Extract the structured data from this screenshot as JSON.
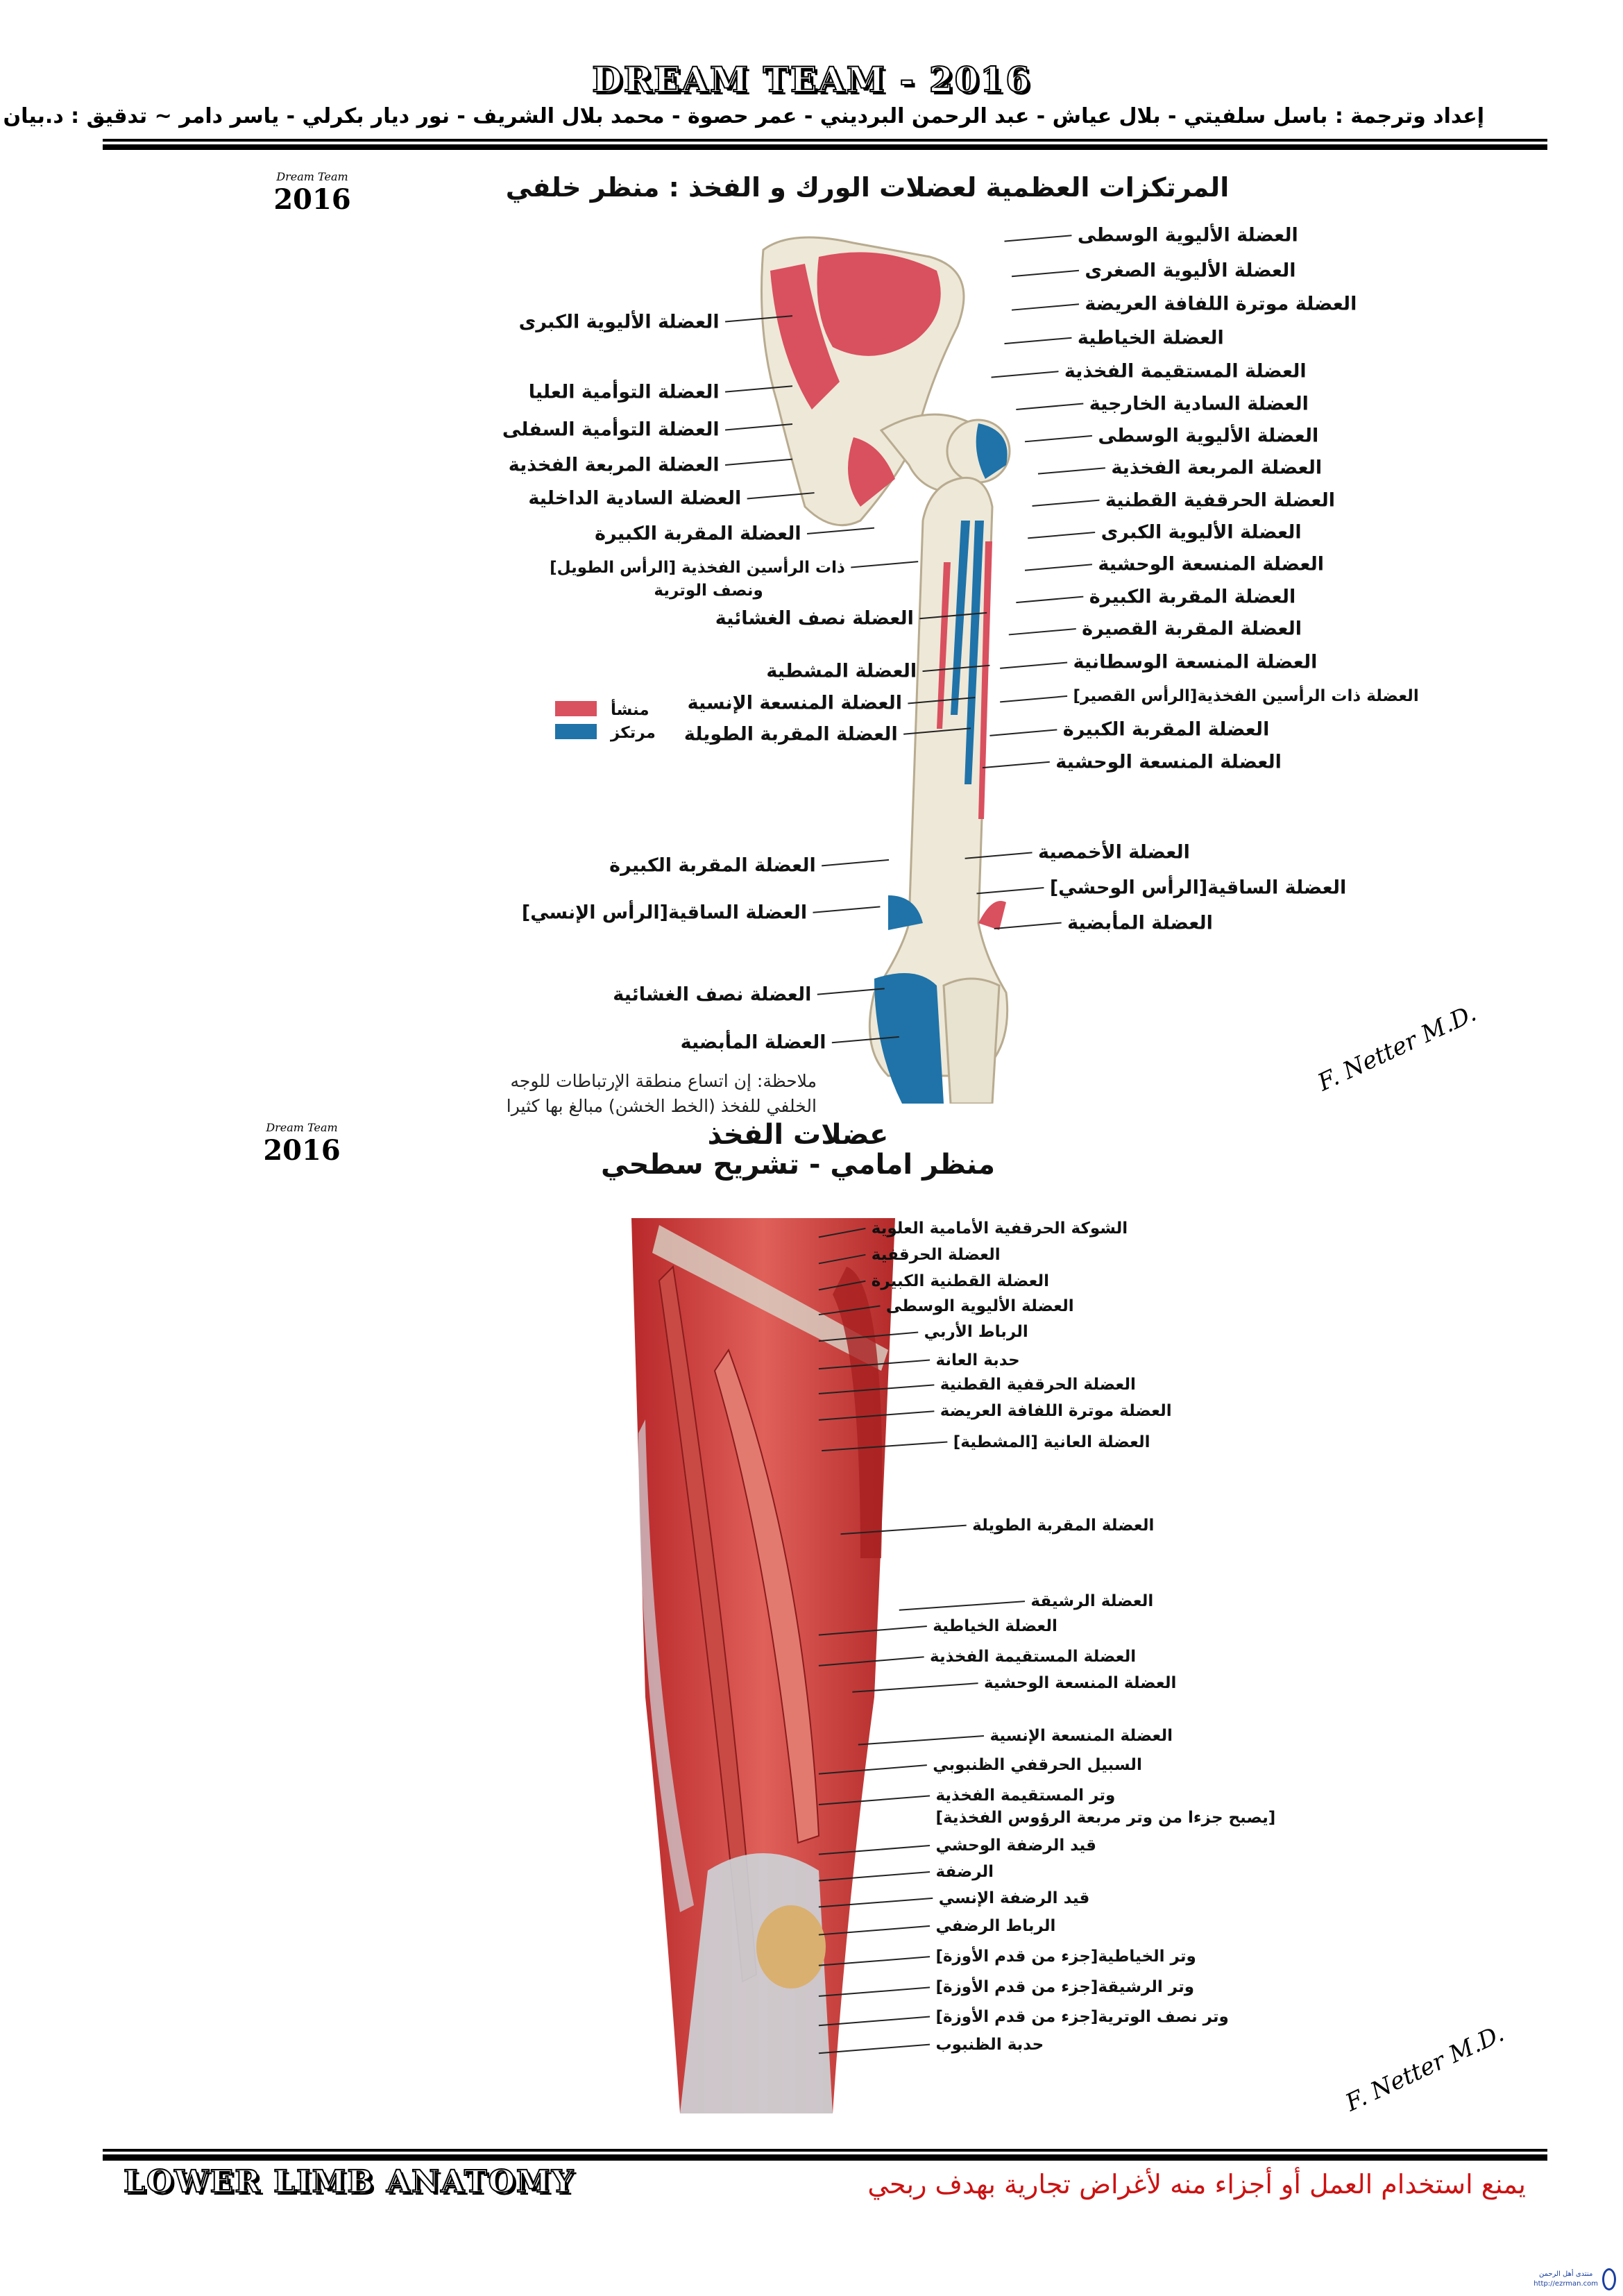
{
  "header": {
    "team_title": "DREAM TEAM - 2016",
    "credits": "إعداد وترجمة : باسل سلفيتي - بلال عياش - عبد الرحمن البرديني - عمر حصوة - محمد بلال الشريف - نور ديار بكرلي - ياسر دامر ~ تدقيق : د.بيان السيد"
  },
  "logo": {
    "script": "Dream Team",
    "year_left": "20",
    "year_right": "16"
  },
  "section1": {
    "title": "المرتكزات العظمية لعضلات الورك و الفخذ : منظر خلفي",
    "legend": {
      "origin": "منشأ",
      "insertion": "مرتكز",
      "origin_color": "#d9505f",
      "insertion_color": "#1f73a8"
    },
    "right_labels": [
      "العضلة الأليوية الوسطى",
      "العضلة الأليوية الصغرى",
      "العضلة موترة اللفافة العريضة",
      "العضلة الخياطية",
      "العضلة المستقيمة الفخذية",
      "العضلة السادية الخارجية",
      "العضلة الأليوية الوسطى",
      "العضلة المربعة الفخذية",
      "العضلة الحرقفية القطنية",
      "العضلة الأليوية الكبرى",
      "العضلة المنسعة الوحشية",
      "العضلة المقربة الكبيرة",
      "العضلة المقربة القصيرة",
      "العضلة المنسعة الوسطانية",
      "العضلة ذات الرأسين الفخذية[الرأس القصير]",
      "العضلة المقربة الكبيرة",
      "العضلة المنسعة الوحشية",
      "العضلة الأخمصية",
      "العضلة الساقية[الرأس الوحشي]",
      "العضلة المأبضية"
    ],
    "left_labels": [
      "العضلة الأليوية الكبرى",
      "العضلة التوأمية العليا",
      "العضلة التوأمية السفلى",
      "العضلة المربعة الفخذية",
      "العضلة السادية الداخلية",
      "العضلة المقربة الكبيرة",
      "ذات الرأسين الفخذية [الرأس الطويل]",
      "ونصف الوترية",
      "العضلة نصف الغشائية",
      "العضلة المشطية",
      "العضلة المنسعة الإنسية",
      "العضلة المقربة الطويلة",
      "العضلة المقربة الكبيرة",
      "العضلة الساقية[الرأس الإنسي]",
      "العضلة نصف الغشائية",
      "العضلة المأبضية"
    ],
    "note_line1": "ملاحظة: إن اتساع منطقة الإرتباطات للوجه",
    "note_line2": "الخلفي للفخذ (الخط الخشن) مبالغ بها كثيرا",
    "signature": "F. Netter M.D."
  },
  "section2": {
    "title_line1": "عضلات الفخذ",
    "title_line2": "منظر امامي - تشريح سطحي",
    "labels": [
      "الشوكة الحرقفية الأمامية العلوية",
      "العضلة الحرقفية",
      "العضلة القطنية الكبيرة",
      "العضلة الأليوية الوسطى",
      "الرباط الأربي",
      "حدبة العانة",
      "العضلة الحرقفية القطنية",
      "العضلة موترة اللفافة العريضة",
      "العضلة العانية [المشطية]",
      "العضلة المقربة الطويلة",
      "العضلة الرشيقة",
      "العضلة الخياطية",
      "العضلة المستقيمة الفخذية",
      "العضلة المنسعة الوحشية",
      "العضلة المنسعة الإنسية",
      "السبيل الحرقفي الظنبوبي",
      "وتر المستقيمة الفخذية",
      "[يصبح جزءا من وتر مربعة الرؤوس الفخذية]",
      "قيد الرضفة الوحشي",
      "الرضفة",
      "قيد الرضفة الإنسي",
      "الرباط الرضفي",
      "وتر الخياطية[جزء من قدم الأوزة]",
      "وتر الرشيقة[جزء من قدم الأوزة]",
      "وتر نصف الوترية[جزء من قدم الأوزة]",
      "حدبة الظنبوب"
    ],
    "signature": "F. Netter M.D."
  },
  "footer": {
    "course": "LOWER LIMB ANATOMY",
    "notice": "يمنع استخدام العمل أو أجزاء منه لأغراض تجارية بهدف ربحي",
    "notice_color": "#cc1111",
    "site_name": "منتدى أهل الرحمن",
    "site_url": "http://ezrman.com"
  }
}
